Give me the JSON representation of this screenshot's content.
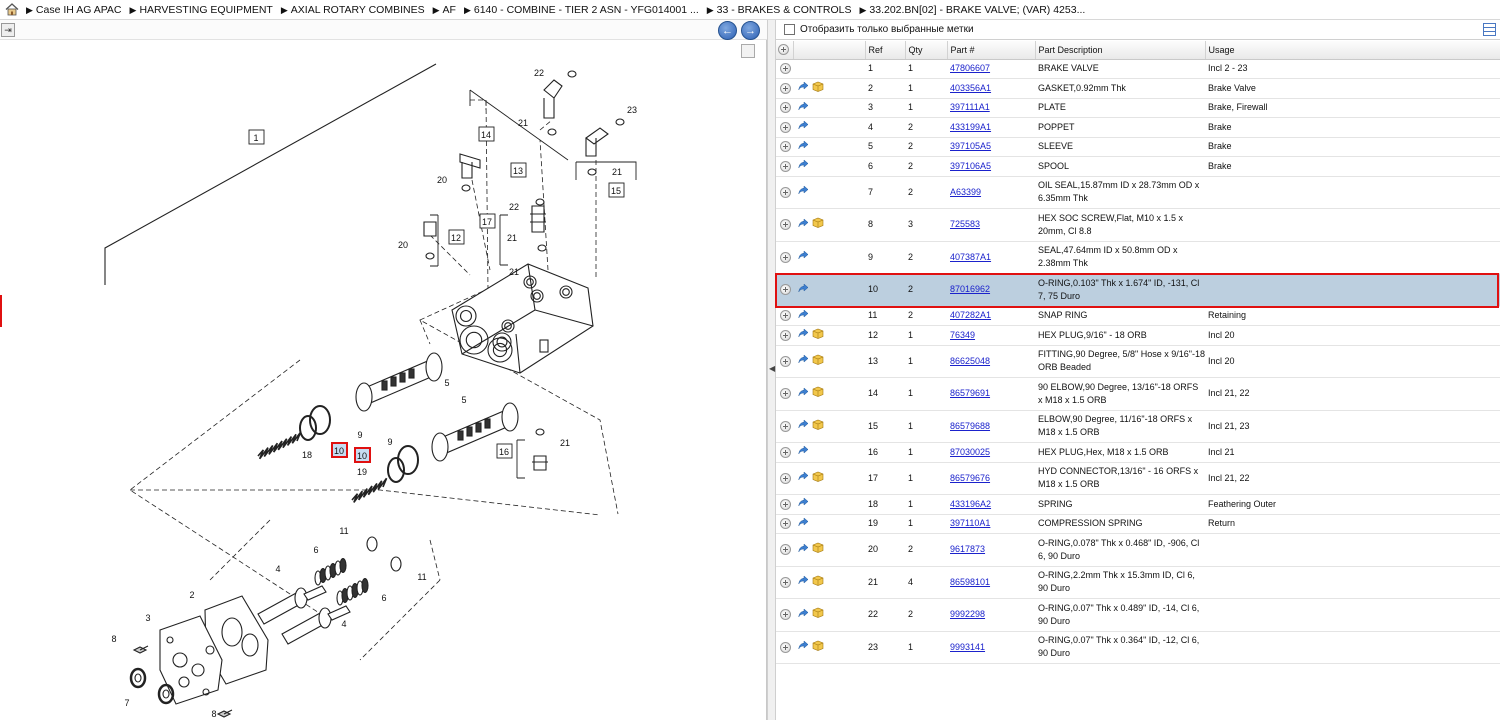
{
  "breadcrumb": [
    "Case IH AG APAC",
    "HARVESTING EQUIPMENT",
    "AXIAL ROTARY COMBINES",
    "AF",
    "6140 - COMBINE - TIER 2 ASN - YFG014001 ...",
    "33 - BRAKES & CONTROLS",
    "33.202.BN[02] - BRAKE VALVE; (VAR) 4253..."
  ],
  "filter": {
    "label": "Отобразить только выбранные метки"
  },
  "table": {
    "headers": {
      "ref": "Ref",
      "qty": "Qty",
      "part": "Part #",
      "desc": "Part Description",
      "usage": "Usage"
    },
    "rows": [
      {
        "ref": "1",
        "qty": "1",
        "part": "47806607",
        "desc": "BRAKE VALVE",
        "usage": "Incl 2 - 23",
        "share": false,
        "box": false
      },
      {
        "ref": "2",
        "qty": "1",
        "part": "403356A1",
        "desc": "GASKET,0.92mm Thk",
        "usage": "Brake Valve",
        "share": true,
        "box": true
      },
      {
        "ref": "3",
        "qty": "1",
        "part": "397111A1",
        "desc": "PLATE",
        "usage": "Brake, Firewall",
        "share": true,
        "box": false
      },
      {
        "ref": "4",
        "qty": "2",
        "part": "433199A1",
        "desc": "POPPET",
        "usage": "Brake",
        "share": true,
        "box": false
      },
      {
        "ref": "5",
        "qty": "2",
        "part": "397105A5",
        "desc": "SLEEVE",
        "usage": "Brake",
        "share": true,
        "box": false
      },
      {
        "ref": "6",
        "qty": "2",
        "part": "397106A5",
        "desc": "SPOOL",
        "usage": "Brake",
        "share": true,
        "box": false
      },
      {
        "ref": "7",
        "qty": "2",
        "part": "A63399",
        "desc": "OIL SEAL,15.87mm ID x 28.73mm OD x 6.35mm Thk",
        "usage": "",
        "share": true,
        "box": false,
        "tall": true
      },
      {
        "ref": "8",
        "qty": "3",
        "part": "725583",
        "desc": "HEX SOC SCREW,Flat, M10 x 1.5 x 20mm, Cl 8.8",
        "usage": "",
        "share": true,
        "box": true,
        "tall": true
      },
      {
        "ref": "9",
        "qty": "2",
        "part": "407387A1",
        "desc": "SEAL,47.64mm ID x 50.8mm OD x 2.38mm Thk",
        "usage": "",
        "share": true,
        "box": false,
        "tall": true
      },
      {
        "ref": "10",
        "qty": "2",
        "part": "87016962",
        "desc": "O-RING,0.103\" Thk x 1.674\" ID, -131, Cl 7, 75 Duro",
        "usage": "",
        "share": true,
        "box": false,
        "tall": true,
        "selected": true
      },
      {
        "ref": "11",
        "qty": "2",
        "part": "407282A1",
        "desc": "SNAP RING",
        "usage": "Retaining",
        "share": true,
        "box": false
      },
      {
        "ref": "12",
        "qty": "1",
        "part": "76349",
        "desc": "HEX PLUG,9/16\" - 18 ORB",
        "usage": "Incl 20",
        "share": true,
        "box": true
      },
      {
        "ref": "13",
        "qty": "1",
        "part": "86625048",
        "desc": "FITTING,90 Degree, 5/8\" Hose x 9/16\"-18 ORB Beaded",
        "usage": "Incl 20",
        "share": true,
        "box": true,
        "tall": true
      },
      {
        "ref": "14",
        "qty": "1",
        "part": "86579691",
        "desc": "90 ELBOW,90 Degree, 13/16\"-18 ORFS x M18 x 1.5 ORB",
        "usage": "Incl 21, 22",
        "share": true,
        "box": true,
        "tall": true
      },
      {
        "ref": "15",
        "qty": "1",
        "part": "86579688",
        "desc": "ELBOW,90 Degree, 11/16\"-18 ORFS x M18 x 1.5 ORB",
        "usage": "Incl 21, 23",
        "share": true,
        "box": true,
        "tall": true
      },
      {
        "ref": "16",
        "qty": "1",
        "part": "87030025",
        "desc": "HEX PLUG,Hex, M18 x 1.5 ORB",
        "usage": "Incl 21",
        "share": true,
        "box": false
      },
      {
        "ref": "17",
        "qty": "1",
        "part": "86579676",
        "desc": "HYD CONNECTOR,13/16\" - 16 ORFS x M18 x 1.5 ORB",
        "usage": "Incl 21, 22",
        "share": true,
        "box": true,
        "tall": true
      },
      {
        "ref": "18",
        "qty": "1",
        "part": "433196A2",
        "desc": "SPRING",
        "usage": "Feathering Outer",
        "share": true,
        "box": false
      },
      {
        "ref": "19",
        "qty": "1",
        "part": "397110A1",
        "desc": "COMPRESSION SPRING",
        "usage": "Return",
        "share": true,
        "box": false
      },
      {
        "ref": "20",
        "qty": "2",
        "part": "9617873",
        "desc": "O-RING,0.078\" Thk x 0.468\" ID, -906, Cl 6, 90 Duro",
        "usage": "",
        "share": true,
        "box": true,
        "tall": true
      },
      {
        "ref": "21",
        "qty": "4",
        "part": "86598101",
        "desc": "O-RING,2.2mm Thk x 15.3mm ID, Cl 6, 90 Duro",
        "usage": "",
        "share": true,
        "box": true,
        "tall": true
      },
      {
        "ref": "22",
        "qty": "2",
        "part": "9992298",
        "desc": "O-RING,0.07\" Thk x 0.489\" ID, -14, Cl 6, 90 Duro",
        "usage": "",
        "share": true,
        "box": true,
        "tall": true
      },
      {
        "ref": "23",
        "qty": "1",
        "part": "9993141",
        "desc": "O-RING,0.07\" Thk x 0.364\" ID, -12, Cl 6, 90 Duro",
        "usage": "",
        "share": true,
        "box": true,
        "tall": true
      }
    ]
  },
  "diagram": {
    "callouts": [
      "1",
      "2",
      "3",
      "4",
      "4",
      "5",
      "5",
      "6",
      "6",
      "7",
      "8",
      "8",
      "9",
      "9",
      "10",
      "10",
      "11",
      "11",
      "12",
      "13",
      "14",
      "15",
      "16",
      "17",
      "18",
      "19",
      "20",
      "20",
      "21",
      "21",
      "21",
      "21",
      "21",
      "22",
      "22",
      "23"
    ]
  },
  "colors": {
    "accent": "#2c5fb3",
    "selected_row": "#bccfdf",
    "highlight": "#e01010",
    "link": "#1b22cc"
  }
}
